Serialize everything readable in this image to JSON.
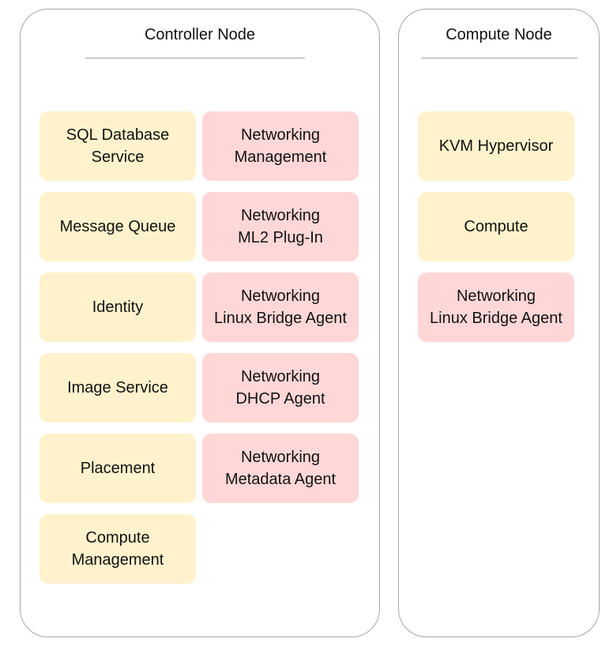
{
  "controller_node": {
    "title": "Controller Node",
    "core_services": [
      "SQL Database\nService",
      "Message Queue",
      "Identity",
      "Image Service",
      "Placement",
      "Compute\nManagement"
    ],
    "networking_services": [
      "Networking\nManagement",
      "Networking\nML2 Plug-In",
      "Networking\nLinux Bridge Agent",
      "Networking\nDHCP Agent",
      "Networking\nMetadata Agent"
    ]
  },
  "compute_node": {
    "title": "Compute Node",
    "core_services": [
      "KVM Hypervisor",
      "Compute"
    ],
    "networking_services": [
      "Networking\nLinux Bridge Agent"
    ]
  },
  "colors": {
    "core_service_fill": "#fff2cc",
    "networking_service_fill": "#ffd7d7",
    "node_border": "#a6a6a6"
  }
}
